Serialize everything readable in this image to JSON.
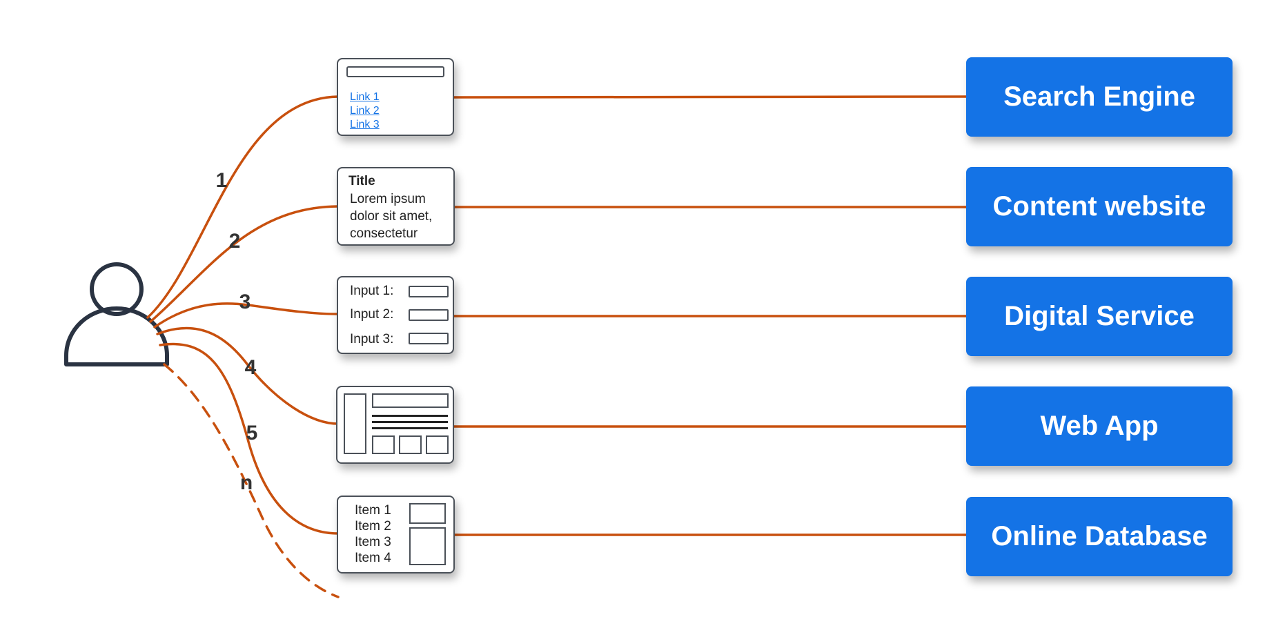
{
  "colors": {
    "connector": "#c8500e",
    "destination_fill": "#1473e6",
    "destination_text": "#ffffff",
    "card_border": "#4a5058",
    "icon_stroke": "#2a3342",
    "link": "#1473e6"
  },
  "user": {
    "icon": "user-icon"
  },
  "steps": [
    {
      "label": "1"
    },
    {
      "label": "2"
    },
    {
      "label": "3"
    },
    {
      "label": "4"
    },
    {
      "label": "5"
    },
    {
      "label": "n"
    }
  ],
  "cards": {
    "search": {
      "links": [
        "Link 1",
        "Link 2",
        "Link 3"
      ]
    },
    "content": {
      "title": "Title",
      "body": "Lorem ipsum dolor sit amet, consectetur"
    },
    "form": {
      "inputs": [
        "Input 1:",
        "Input 2:",
        "Input 3:"
      ]
    },
    "webapp": {
      "icon": "web-app-wireframe-icon"
    },
    "database": {
      "items": [
        "Item 1",
        "Item 2",
        "Item 3",
        "Item 4"
      ]
    }
  },
  "destinations": [
    {
      "label": "Search Engine"
    },
    {
      "label": "Content website"
    },
    {
      "label": "Digital Service"
    },
    {
      "label": "Web App"
    },
    {
      "label": "Online Database"
    }
  ]
}
